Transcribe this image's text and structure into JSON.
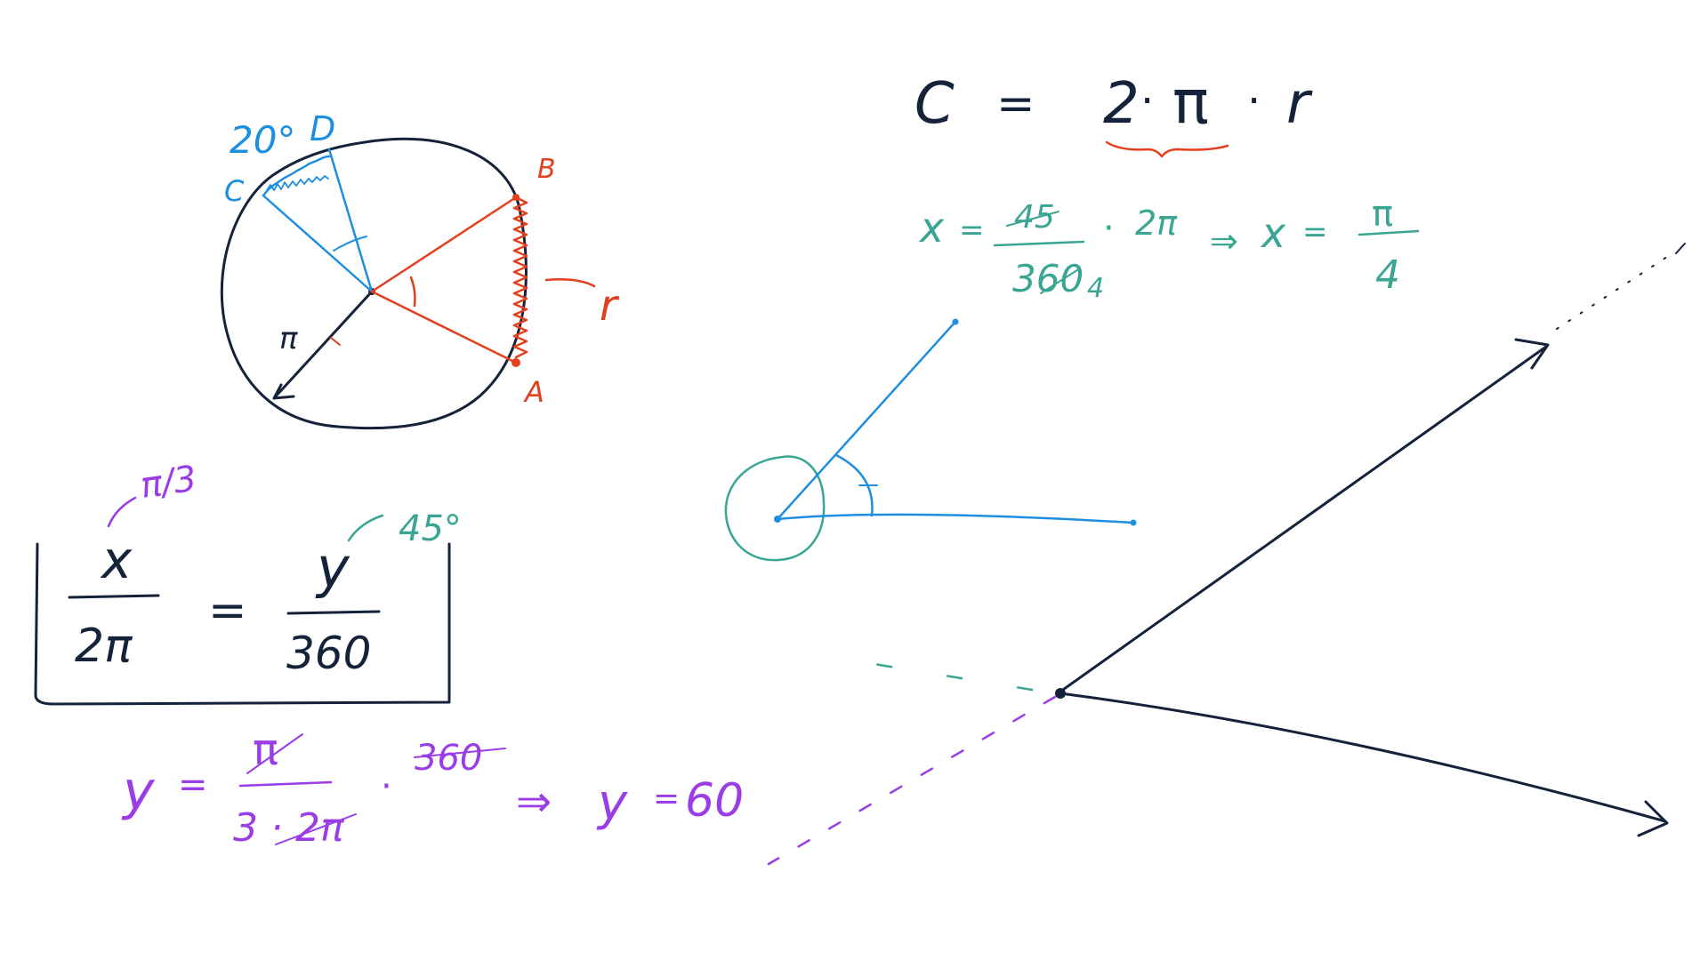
{
  "colors": {
    "navy": "#14233a",
    "red": "#e2401f",
    "blue": "#1e8fe0",
    "teal": "#3aa592",
    "purple": "#9b3de6"
  },
  "circle_labels": {
    "angle_blue": "20°",
    "point_d": "D",
    "point_c": "C",
    "point_b": "B",
    "point_a": "A",
    "radius": "π",
    "arc_r": "r"
  },
  "formula_circumference": {
    "c": "C",
    "eq": "=",
    "two": "2",
    "dot1": "·",
    "pi": "π",
    "dot2": "·",
    "r": "r"
  },
  "formula_x": {
    "x": "x",
    "eq": "=",
    "num": "45",
    "den": "360",
    "den_sub": "4",
    "times": "·",
    "twopi": "2π",
    "implies": "⇒",
    "x2": "x",
    "eq2": "=",
    "res_num": "π",
    "res_den": "4"
  },
  "boxed_formula": {
    "annot_pi3": "π/3",
    "annot_45": "45°",
    "x": "x",
    "two_pi": "2π",
    "eq": "=",
    "y": "y",
    "den": "360"
  },
  "formula_y": {
    "y": "y",
    "eq": "=",
    "num": "π",
    "den": "3 · 2π",
    "times": "·",
    "mult": "360",
    "implies": "⇒",
    "y2": "y",
    "eq2": "=",
    "result": "60"
  }
}
